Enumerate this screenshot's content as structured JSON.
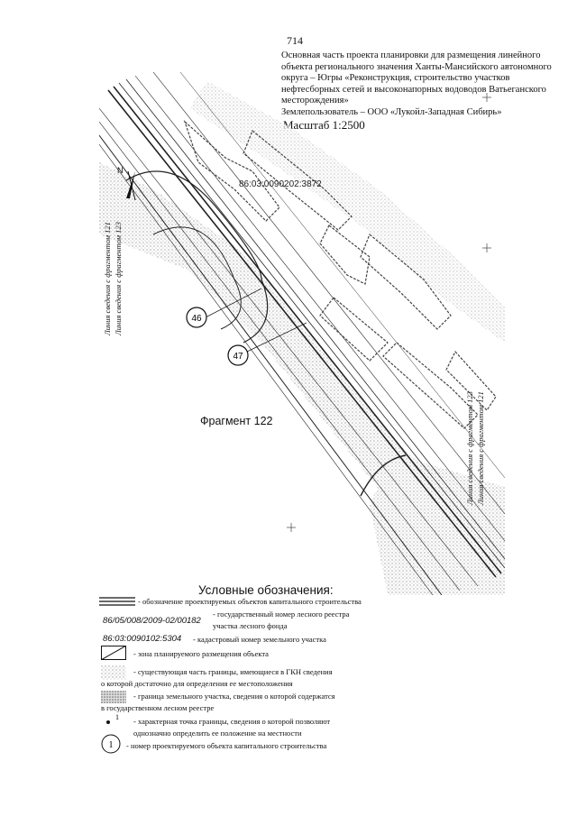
{
  "page_number": "714",
  "header": {
    "lines": [
      "Основная часть проекта планировки для размещения линейного",
      "объекта регионального значения Ханты-Мансийского автономного",
      "округа – Югры «Реконструкция, строительство участков",
      "нефтесборных сетей и высоконапорных водоводов Ватьеганского",
      "месторождения»",
      "Землепользователь – ООО «Лукойл-Западная Сибирь»"
    ],
    "scale": "Масштаб 1:2500"
  },
  "map": {
    "cadastral_number": "86:03:0090202:3872",
    "object_numbers": [
      "46",
      "47"
    ],
    "fragment_title": "Фрагмент 122",
    "left_labels": [
      "Линия сведения с фрагментом 121",
      "Линия сведения с фрагментом 123"
    ],
    "right_labels": [
      "Линия сведения с фрагментом 123",
      "Линия сведения с фрагментом 121"
    ],
    "north_letter": "N"
  },
  "legend": {
    "title": "Условные обозначения:",
    "items": [
      {
        "text": "- обозначение проектируемых объектов капитального строительства"
      },
      {
        "code": "86/05/008/2009-02/00182",
        "text": "- государственный номер лесного реестра",
        "text2": "участка лесного фонда"
      },
      {
        "code": "86:03:0090102:5304",
        "text": "- кадастровый номер земельного участка"
      },
      {
        "text": "- зона планируемого размещения объекта"
      },
      {
        "text": "- существующая часть границы, имеющиеся в ГКН сведения",
        "text2": "о которой достаточно для определения ее местоположения"
      },
      {
        "text": "- граница земельного участка, сведения о которой содержатся",
        "text2": "в государственном лесном реестре"
      },
      {
        "text": "- характерная точка границы, сведения о которой позволяют",
        "text2": "однозначно определить ее положение на местности",
        "marker": "1"
      },
      {
        "text": "- номер проектируемого объекта капитального строительства",
        "marker": "1"
      }
    ]
  }
}
